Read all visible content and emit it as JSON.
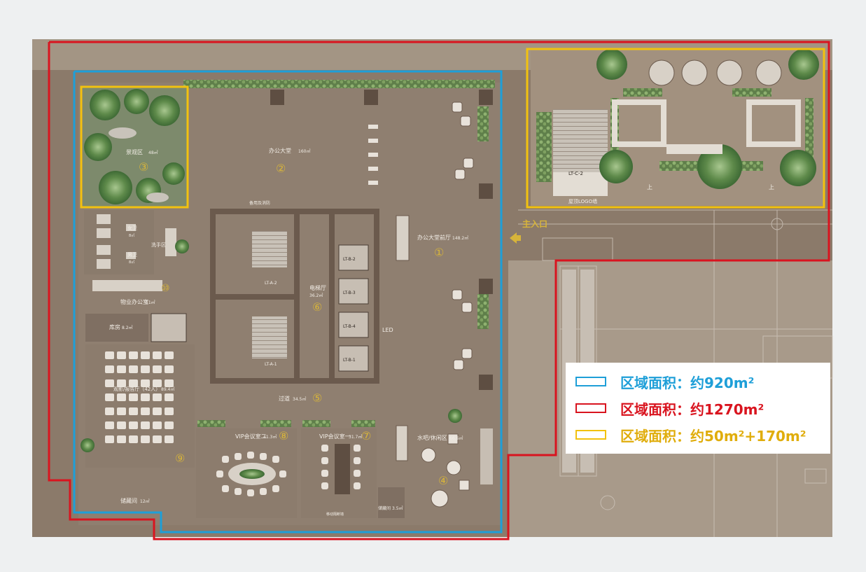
{
  "colors": {
    "blue": "#1e9fd8",
    "red": "#d9141f",
    "yellow": "#f2c20f",
    "floor": "#8b7a6a",
    "wall": "#6b5a4d",
    "gold": "#d7b43a"
  },
  "labels": {
    "main_entrance": "主入口",
    "logo_wall": "屋顶LOGO墙",
    "up1": "上",
    "up2": "上",
    "stair_c2": "LT-C-2",
    "led": "LED",
    "room1": "办公大堂前厅",
    "room1_area": "148.2㎡",
    "room2": "办公大堂",
    "room2_area": "160㎡",
    "room3": "景观区",
    "room3_area": "48㎡",
    "room4": "水吧/休闲区",
    "room4_area": "66.6㎡",
    "room5": "过道",
    "room5_area": "34.5㎡",
    "room6": "电梯厅",
    "room6_area": "36.2㎡",
    "room7": "VIP会议室一",
    "room7_area": "31.7㎡",
    "room8": "VIP会议室二",
    "room8_area": "41.3㎡",
    "room9": "观影/报告厅（42人）",
    "room9_area": "89.4㎡",
    "room10": "物业办公室",
    "room10_area": "11㎡",
    "storage1": "库房",
    "storage1_area": "8.2㎡",
    "storage2": "储藏间",
    "storage2_area": "12㎡",
    "storage3": "储藏间",
    "storage3_area": "3.5㎡",
    "female_wc": "女卫",
    "female_wc_area": "8㎡",
    "male_wc": "男卫",
    "male_wc_area": "8㎡",
    "washroom": "洗手区",
    "lift_a1": "LT-A-1",
    "lift_a2": "LT-A-2",
    "lift_b1": "LT-B-1",
    "lift_b2": "LT-B-2",
    "lift_b3": "LT-B-3",
    "lift_b4": "LT-B-4",
    "top_small": "备用及消防",
    "bottom_small": "移动隔断墙",
    "n1": "①",
    "n2": "②",
    "n3": "③",
    "n4": "④",
    "n5": "⑤",
    "n6": "⑥",
    "n7": "⑦",
    "n8": "⑧",
    "n9": "⑨",
    "n10": "⑩"
  },
  "legend": {
    "blue": "区域面积：约920m²",
    "red": "区域面积：约1270m²",
    "yellow": "区域面积：约50m²+170m²"
  }
}
